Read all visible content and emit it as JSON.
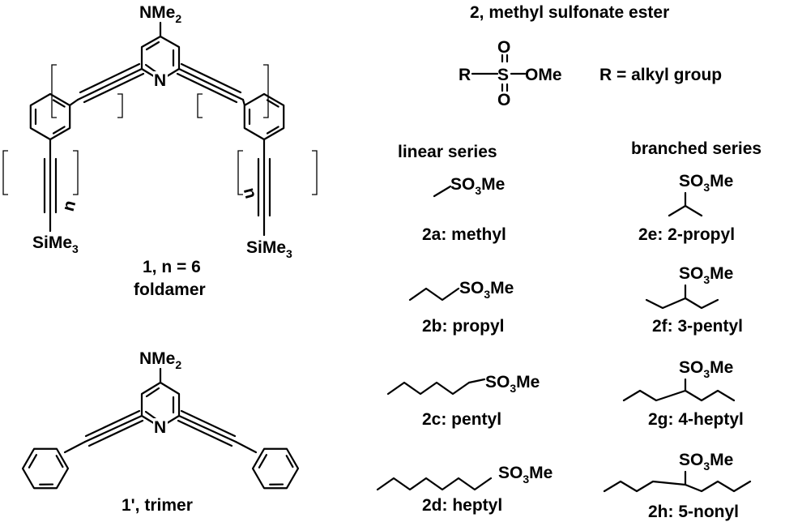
{
  "labels": {
    "title_ester": "2, methyl sulfonate ester",
    "r_def": "R = alkyl group",
    "linear_header": "linear series",
    "branched_header": "branched series",
    "foldamer_line1": "1, n = 6",
    "foldamer_line2": "foldamer",
    "trimer": "1', trimer",
    "c2a": "2a: methyl",
    "c2b": "2b: propyl",
    "c2c": "2c: pentyl",
    "c2d": "2d: heptyl",
    "c2e": "2e: 2-propyl",
    "c2f": "2f: 3-pentyl",
    "c2g": "2g: 4-heptyl",
    "c2h": "2h: 5-nonyl"
  },
  "atoms": {
    "nme": "NMe",
    "nme_sub": "2",
    "n": "N",
    "si": "SiMe",
    "si_sub": "3",
    "so3": "SO",
    "so3_sub": "3",
    "me": "Me",
    "r": "R",
    "s": "S",
    "o": "O",
    "ome": "OMe",
    "repeat": "n"
  }
}
